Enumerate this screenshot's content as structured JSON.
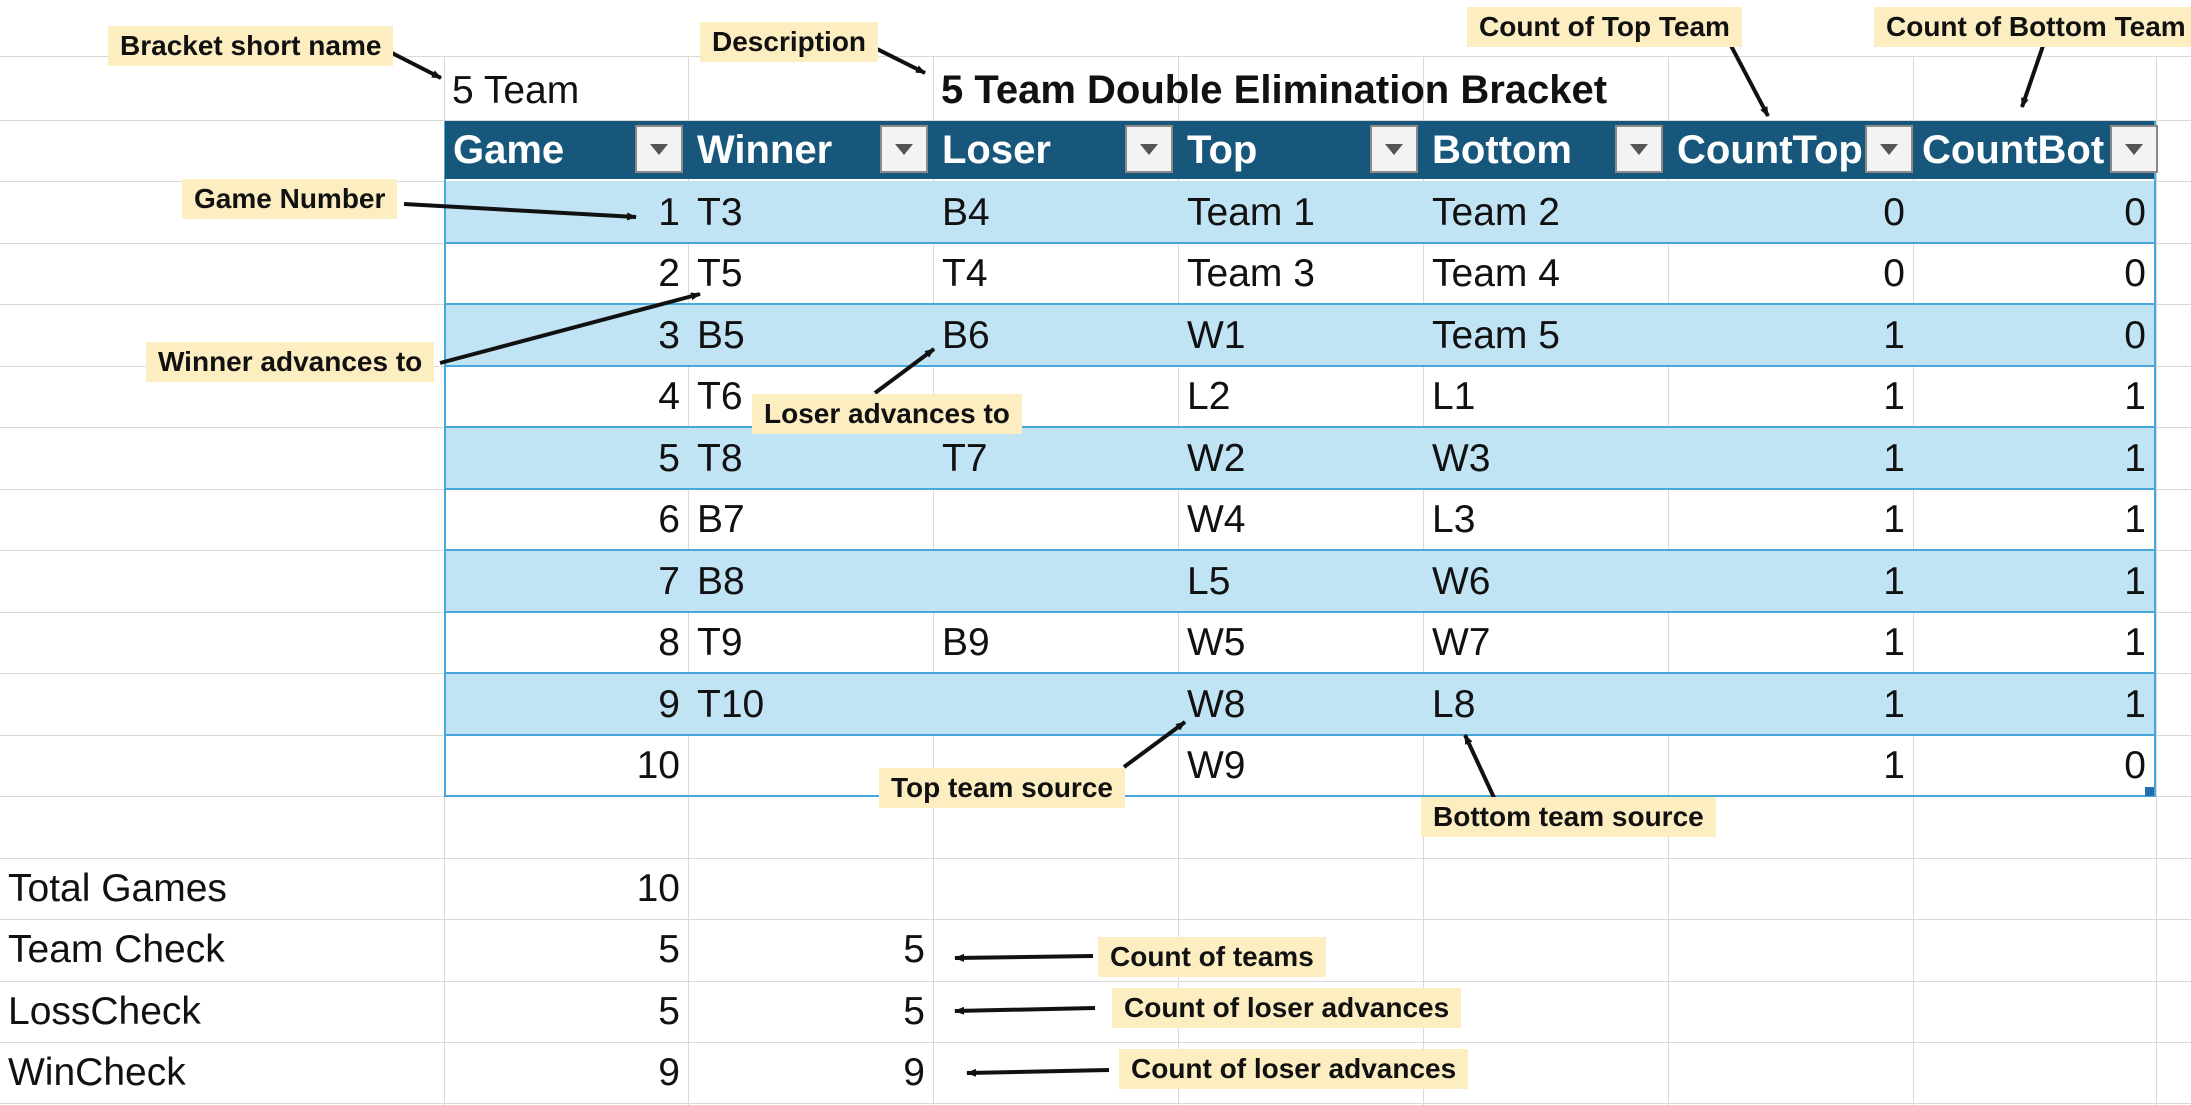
{
  "bracket": {
    "short_name": "5 Team",
    "description": "5 Team Double Elimination Bracket"
  },
  "table": {
    "headers": [
      "Game",
      "Winner",
      "Loser",
      "Top",
      "Bottom",
      "CountTop",
      "CountBot"
    ],
    "rows": [
      {
        "game": "1",
        "winner": "T3",
        "loser": "B4",
        "top": "Team 1",
        "bottom": "Team 2",
        "count_top": "0",
        "count_bot": "0"
      },
      {
        "game": "2",
        "winner": "T5",
        "loser": "T4",
        "top": "Team 3",
        "bottom": "Team 4",
        "count_top": "0",
        "count_bot": "0"
      },
      {
        "game": "3",
        "winner": "B5",
        "loser": "B6",
        "top": "W1",
        "bottom": "Team 5",
        "count_top": "1",
        "count_bot": "0"
      },
      {
        "game": "4",
        "winner": "T6",
        "loser": "",
        "top": "L2",
        "bottom": "L1",
        "count_top": "1",
        "count_bot": "1"
      },
      {
        "game": "5",
        "winner": "T8",
        "loser": "T7",
        "top": "W2",
        "bottom": "W3",
        "count_top": "1",
        "count_bot": "1"
      },
      {
        "game": "6",
        "winner": "B7",
        "loser": "",
        "top": "W4",
        "bottom": "L3",
        "count_top": "1",
        "count_bot": "1"
      },
      {
        "game": "7",
        "winner": "B8",
        "loser": "",
        "top": "L5",
        "bottom": "W6",
        "count_top": "1",
        "count_bot": "1"
      },
      {
        "game": "8",
        "winner": "T9",
        "loser": "B9",
        "top": "W5",
        "bottom": "W7",
        "count_top": "1",
        "count_bot": "1"
      },
      {
        "game": "9",
        "winner": "T10",
        "loser": "",
        "top": "W8",
        "bottom": "L8",
        "count_top": "1",
        "count_bot": "1"
      },
      {
        "game": "10",
        "winner": "",
        "loser": "",
        "top": "W9",
        "bottom": "",
        "count_top": "1",
        "count_bot": "0"
      }
    ],
    "band_color": "#c0e4f4",
    "header_color": "#17577b",
    "border_color": "#49a8db"
  },
  "summary": [
    {
      "label": "Total Games",
      "value": "10",
      "check": ""
    },
    {
      "label": "Team Check",
      "value": "5",
      "check": "5"
    },
    {
      "label": "LossCheck",
      "value": "5",
      "check": "5"
    },
    {
      "label": "WinCheck",
      "value": "9",
      "check": "9"
    }
  ],
  "callouts": {
    "bracket_short_name": "Bracket short name",
    "description": "Description",
    "count_top": "Count of Top Team",
    "count_bottom": "Count of Bottom Team",
    "game_number": "Game Number",
    "winner_advances": "Winner advances to",
    "loser_advances": "Loser advances to",
    "top_source": "Top team source",
    "bottom_source": "Bottom team source",
    "count_teams": "Count of teams",
    "count_loser_1": "Count of loser advances",
    "count_loser_2": "Count of loser advances",
    "color": "#fdeec2"
  }
}
